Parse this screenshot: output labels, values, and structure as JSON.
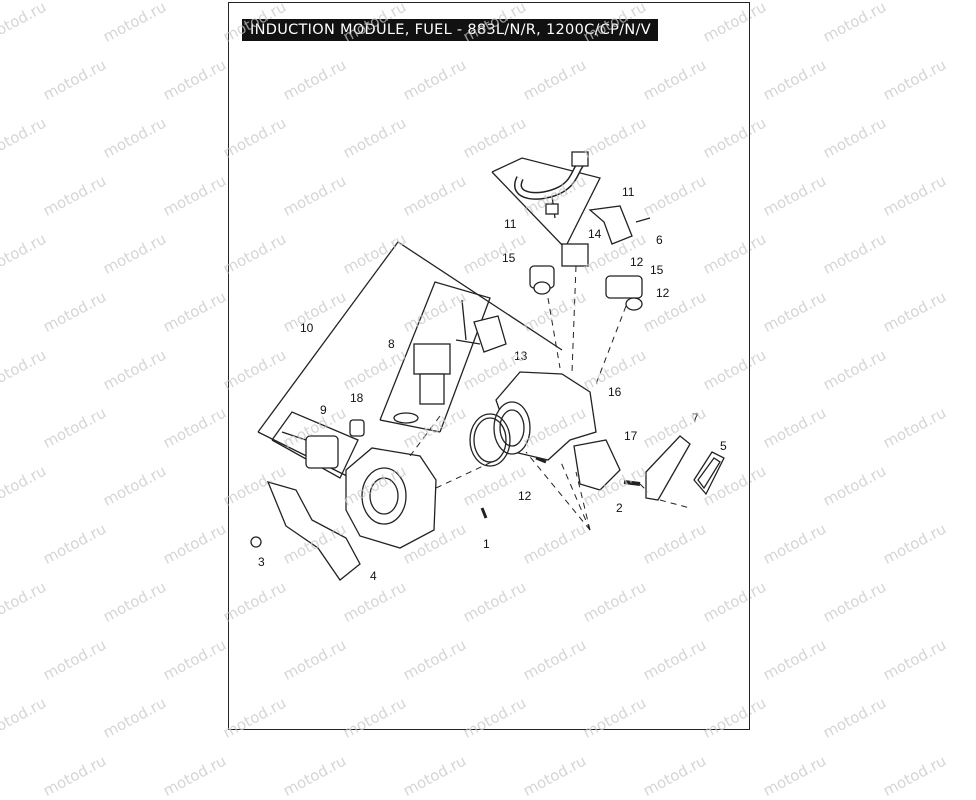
{
  "title": "INDUCTION MODULE, FUEL - 883L/N/R, 1200C/CP/N/V",
  "watermark": "motod.ru",
  "callouts": [
    "1",
    "2",
    "3",
    "4",
    "5",
    "6",
    "7",
    "8",
    "9",
    "10",
    "11",
    "11",
    "12",
    "12",
    "12",
    "13",
    "14",
    "15",
    "15",
    "16",
    "17",
    "18"
  ],
  "colors": {
    "line": "#222222",
    "title_bg": "#111111",
    "title_text": "#ffffff",
    "watermark": "#c8c8c8"
  }
}
